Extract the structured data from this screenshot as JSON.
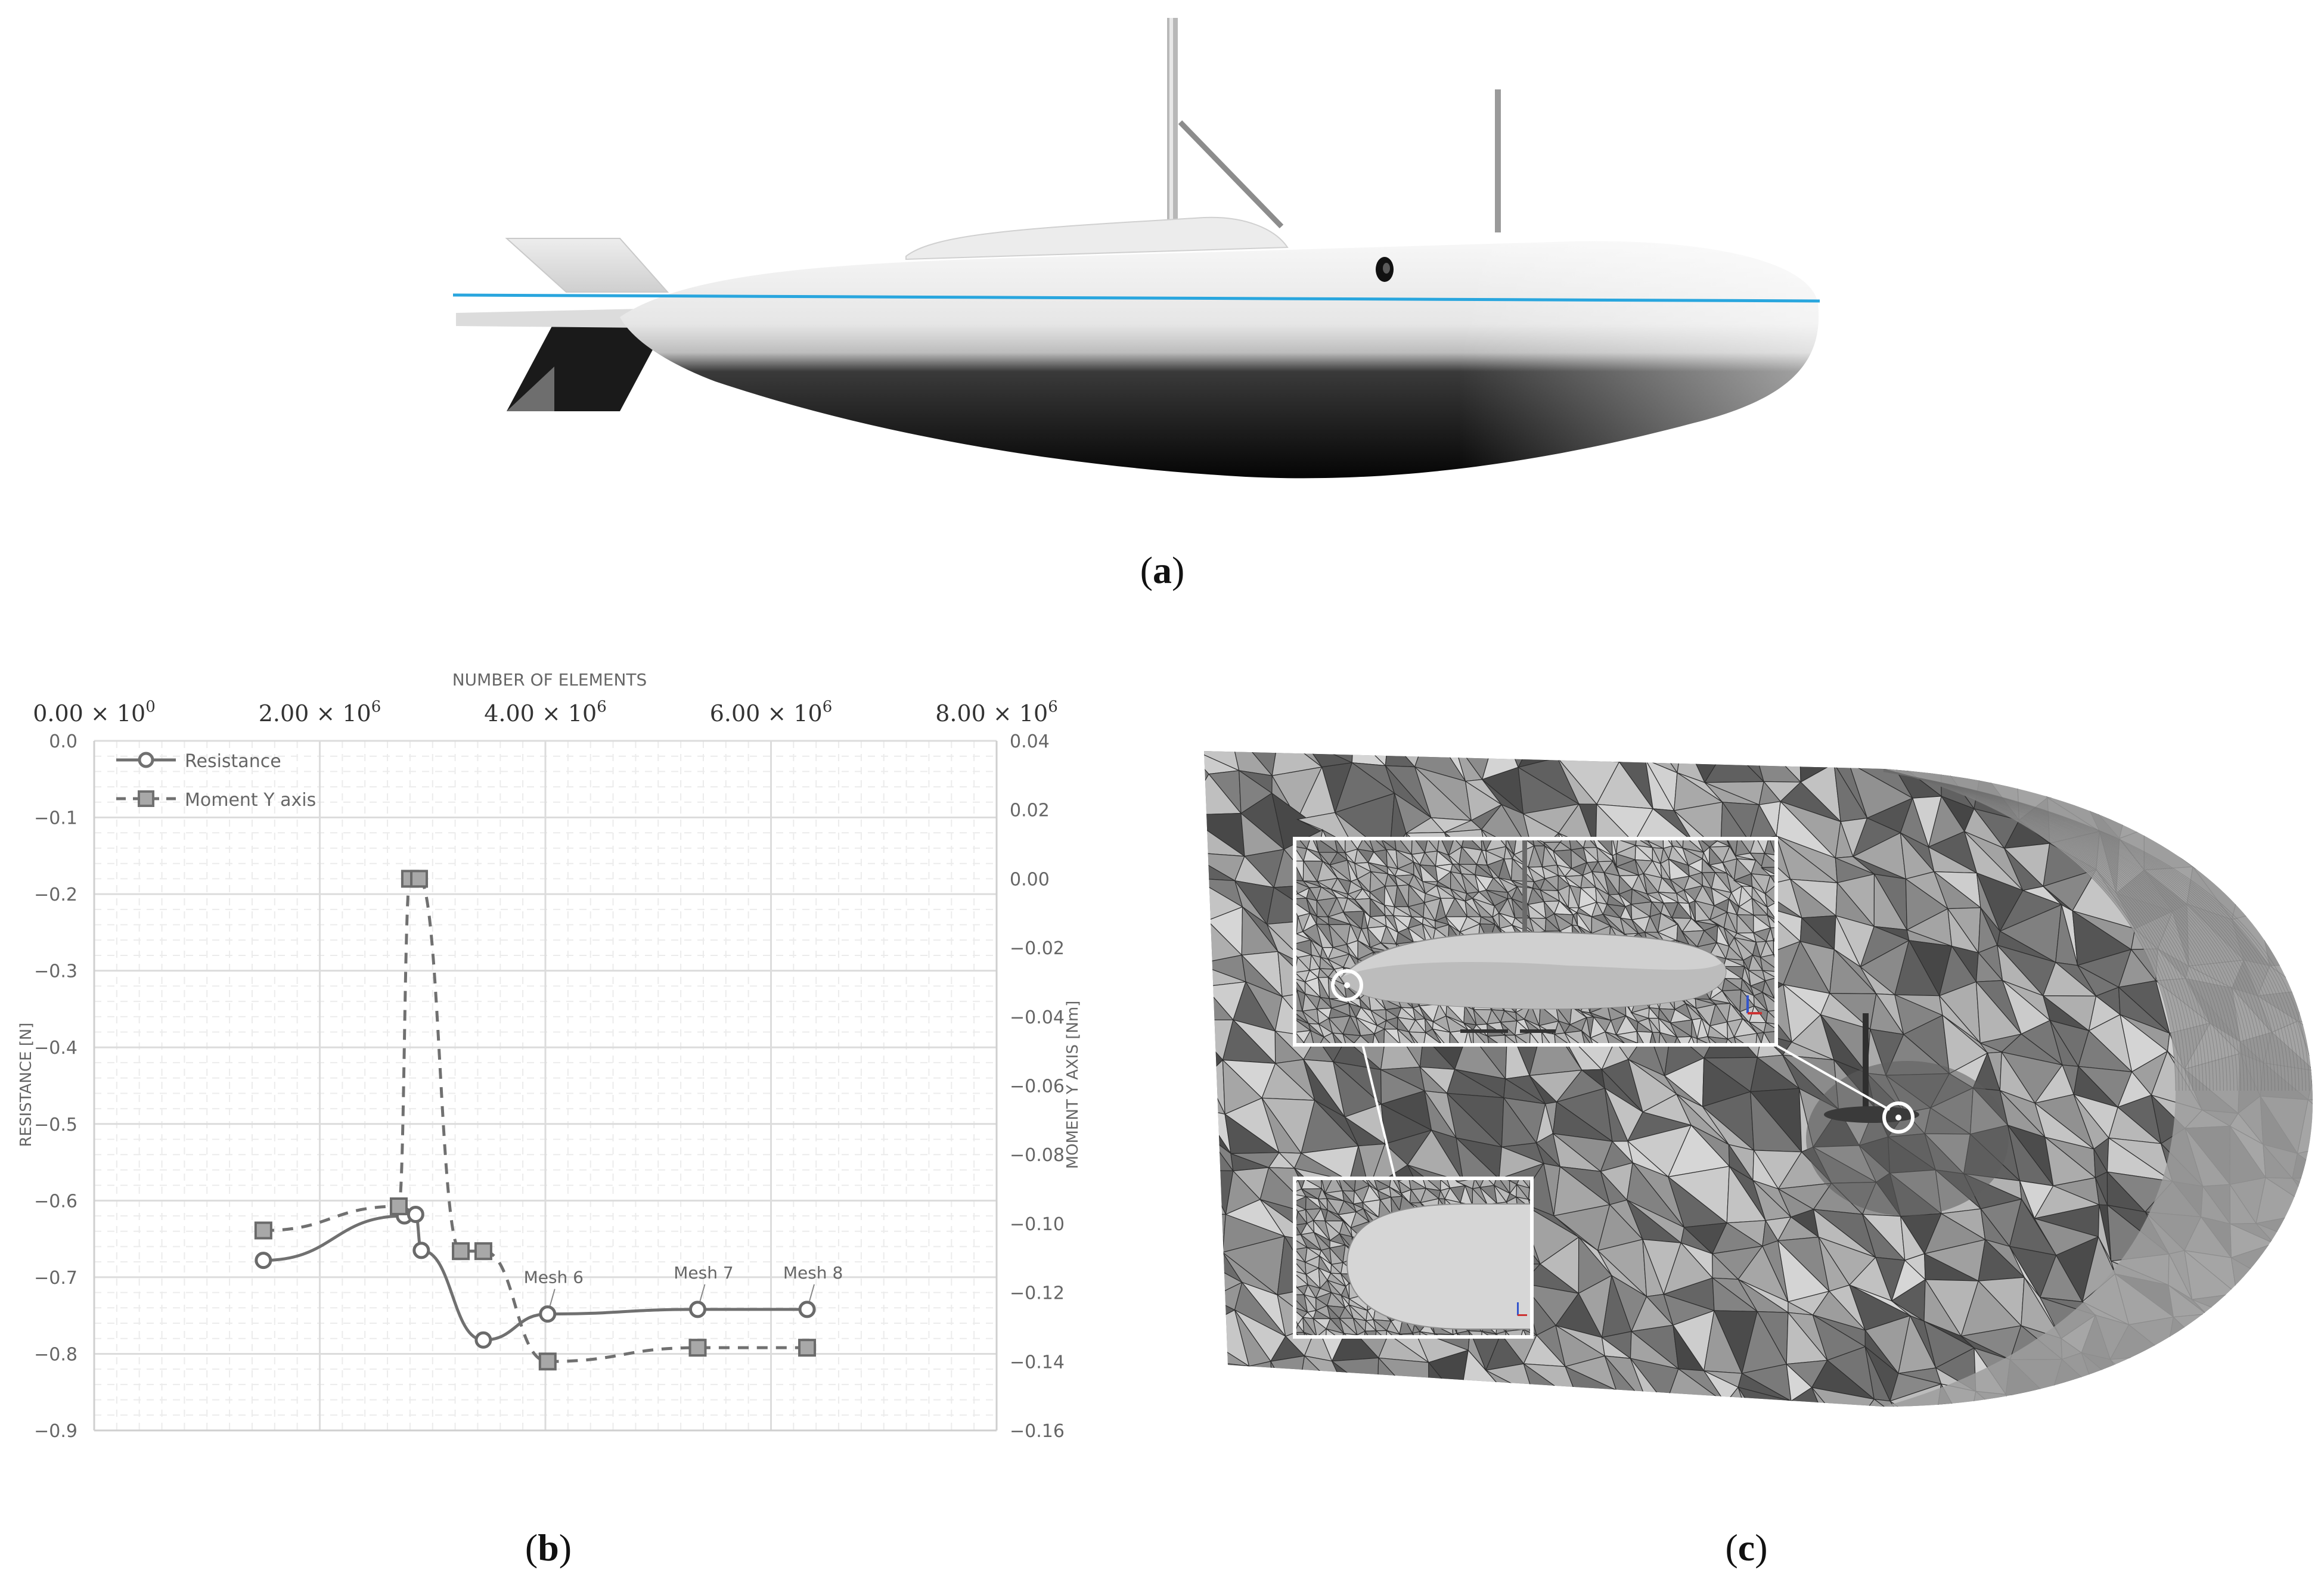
{
  "labels": {
    "a": "a",
    "b": "b",
    "c": "c"
  },
  "chart_data": {
    "type": "line",
    "xlabel": "NUMBER OF ELEMENTS",
    "x_tick_mantissa": [
      "0.00",
      "2.00",
      "4.00",
      "6.00",
      "8.00"
    ],
    "x_tick_exponent": [
      "0",
      "6",
      "6",
      "6",
      "6"
    ],
    "xlim": [
      0,
      8000000
    ],
    "ylabel_left": "RESISTANCE [N]",
    "ylim_left": [
      -0.9,
      0.0
    ],
    "y_ticks_left": [
      "0.0",
      "−0.1",
      "−0.2",
      "−0.3",
      "−0.4",
      "−0.5",
      "−0.6",
      "−0.7",
      "−0.8",
      "−0.9"
    ],
    "ylabel_right": "MOMENT Y AXIS [Nm]",
    "ylim_right": [
      -0.16,
      0.04
    ],
    "y_ticks_right": [
      "0.04",
      "0.02",
      "0.00",
      "−0.02",
      "−0.04",
      "−0.06",
      "−0.08",
      "−0.10",
      "−0.12",
      "−0.14",
      "−0.16"
    ],
    "grid": true,
    "legend_position": "top-left",
    "series": [
      {
        "name": "Resistance",
        "axis": "left",
        "style": "solid",
        "marker": "circle",
        "x": [
          1500000,
          2750000,
          2850000,
          2900000,
          3450000,
          4020000,
          5350000,
          6320000
        ],
        "y": [
          -0.678,
          -0.62,
          -0.618,
          -0.665,
          -0.782,
          -0.748,
          -0.742,
          -0.742
        ]
      },
      {
        "name": "Moment Y axis",
        "axis": "right",
        "style": "dashed",
        "marker": "square",
        "x": [
          1500000,
          2700000,
          2800000,
          2880000,
          3250000,
          3450000,
          4020000,
          5350000,
          6320000
        ],
        "y": [
          -0.102,
          -0.095,
          0.0,
          0.0,
          -0.108,
          -0.108,
          -0.14,
          -0.136,
          -0.136
        ]
      }
    ],
    "annotations": [
      "Mesh 6",
      "Mesh 7",
      "Mesh 8"
    ]
  },
  "colors": {
    "waterline": "#29a6de",
    "series": "#707070",
    "marker_fill": "#a8a8a8",
    "grid": "#e3e3e3"
  }
}
